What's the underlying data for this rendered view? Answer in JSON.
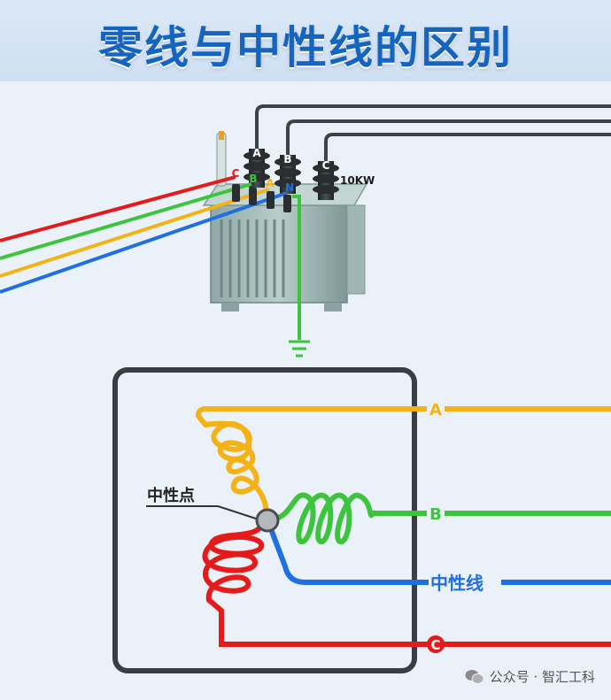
{
  "title": "零线与中性线的区别",
  "transformer": {
    "hv_terminals": [
      "A",
      "B",
      "C"
    ],
    "lv_terminals": [
      "C",
      "B",
      "A",
      "N"
    ],
    "rating": "10KW"
  },
  "winding": {
    "neutral_point_label": "中性点",
    "phase_labels": [
      "A",
      "B",
      "C"
    ],
    "neutral_line_label": "中性线"
  },
  "colors": {
    "phase_a": "#f3b316",
    "phase_b": "#3cc43c",
    "phase_c": "#e51a1a",
    "neutral": "#1f6fe0",
    "hv_wire": "#3d4248",
    "title": "#1565c0"
  },
  "watermark": {
    "text": "公众号 · 智汇工科",
    "icon": "wechat-icon"
  }
}
